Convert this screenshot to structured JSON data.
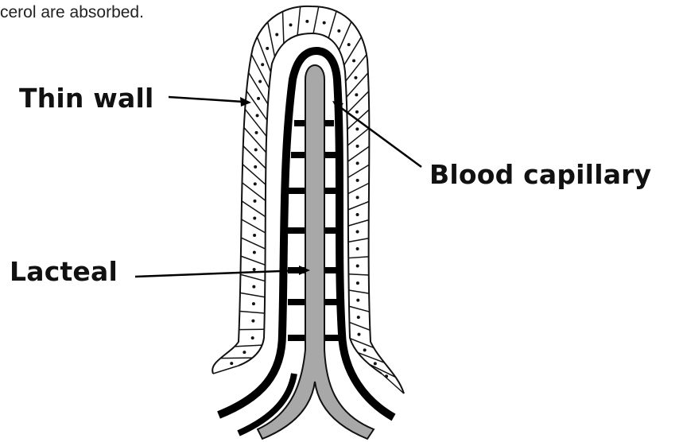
{
  "caption": "cerol are absorbed.",
  "labels": {
    "thin_wall": "Thin wall",
    "blood_capillary": "Blood capillary",
    "lacteal": "Lacteal"
  },
  "colors": {
    "outline": "#111111",
    "lacteal_fill": "#a8a8a8",
    "stroke": "#000000",
    "background": "#ffffff"
  }
}
